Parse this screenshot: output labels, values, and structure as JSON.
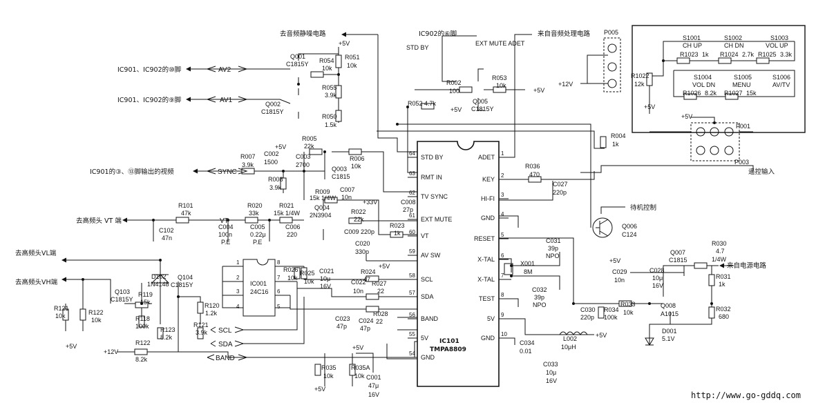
{
  "ic101": {
    "ref": "IC101",
    "part": "TMPA8809",
    "left_pins": [
      {
        "num": "64",
        "name": "STD BY"
      },
      {
        "num": "63",
        "name": "RMT IN"
      },
      {
        "num": "62",
        "name": "TV SYNC"
      },
      {
        "num": "61",
        "name": "EXT MUTE"
      },
      {
        "num": "60",
        "name": "VT"
      },
      {
        "num": "59",
        "name": "AV SW"
      },
      {
        "num": "58",
        "name": "SCL"
      },
      {
        "num": "57",
        "name": "SDA"
      },
      {
        "num": "56",
        "name": "BAND"
      },
      {
        "num": "55",
        "name": "5V"
      },
      {
        "num": "54",
        "name": "GND"
      }
    ],
    "right_pins": [
      {
        "num": "1",
        "name": "ADET"
      },
      {
        "num": "2",
        "name": "KEY"
      },
      {
        "num": "3",
        "name": "HI-FI"
      },
      {
        "num": "4",
        "name": "GND"
      },
      {
        "num": "5",
        "name": "RESET"
      },
      {
        "num": "6",
        "name": "X-TAL"
      },
      {
        "num": "7",
        "name": "X-TAL"
      },
      {
        "num": "8",
        "name": "TEST"
      },
      {
        "num": "9",
        "name": "5V"
      },
      {
        "num": "10",
        "name": "GND"
      }
    ]
  },
  "ic001": {
    "ref": "IC001",
    "part": "24C16",
    "pins_left": [
      "1",
      "2",
      "3",
      "4"
    ],
    "pins_right": [
      "8",
      "7",
      "6",
      "5"
    ]
  },
  "signals": {
    "av2": "AV2",
    "av1": "AV1",
    "sync": "SYNC",
    "vt": "VT",
    "scl": "SCL",
    "sda": "SDA",
    "band": "BAND"
  },
  "annotations": {
    "to_audio_mute": "去音频静噪电路",
    "ic902_pin6": "IC902的⑥脚",
    "from_audio_proc": "来自音频处理电路",
    "std_by": "STD BY",
    "ext_mute_adet": "EXT MUTE ADET",
    "ic_pin10": "IC901、IC902的⑩脚",
    "ic_pin9": "IC901、IC902的⑨脚",
    "ic901_video": "IC901的③、⑬脚输出的视频",
    "tuner_vt": "去高频头 VT 端",
    "tuner_vl": "去高频头VL端",
    "tuner_vh": "去高频头VH端",
    "remote_input": "遥控输入",
    "standby_ctrl": "待机控制",
    "from_power": "来自电源电路",
    "p005": "P005",
    "p001": "P001",
    "p003": "P003",
    "plus12": "+12V",
    "plus5": "+5V",
    "plus33": "+33V"
  },
  "keypad": {
    "r1022": "R1022",
    "r1022_val": "12k",
    "switches": [
      {
        "ref": "S1001",
        "label": "CH UP"
      },
      {
        "ref": "S1002",
        "label": "CH DN"
      },
      {
        "ref": "S1003",
        "label": "VOL UP"
      },
      {
        "ref": "S1004",
        "label": "VOL DN"
      },
      {
        "ref": "S1005",
        "label": "MENU"
      },
      {
        "ref": "S1006",
        "label": "AV/TV"
      }
    ],
    "resistors": [
      {
        "ref": "R1023",
        "val": "1k"
      },
      {
        "ref": "R1024",
        "val": "2.7k"
      },
      {
        "ref": "R1025",
        "val": "3.3k"
      },
      {
        "ref": "R1026",
        "val": "8.2k"
      },
      {
        "ref": "R1027",
        "val": "15k"
      }
    ]
  },
  "components": {
    "Q001": [
      "Q001",
      "C1815Y"
    ],
    "Q002": [
      "Q002",
      "C1815Y"
    ],
    "Q003": [
      "Q003",
      "C1815"
    ],
    "Q004": [
      "Q004",
      "2N3904"
    ],
    "Q005": [
      "Q005",
      "C1815Y"
    ],
    "Q006": [
      "Q006",
      "C124"
    ],
    "Q007": [
      "Q007",
      "C1815"
    ],
    "Q008": [
      "Q008",
      "A1015"
    ],
    "Q103": [
      "Q103",
      "C1815Y"
    ],
    "Q104": [
      "Q104",
      "C1815Y"
    ],
    "D102": [
      "D102",
      "1N4148"
    ],
    "D001": [
      "D001",
      "5.1V"
    ],
    "X001": [
      "X001",
      "8M"
    ],
    "L002": [
      "L002",
      "10μH"
    ],
    "R051": [
      "R051",
      "10k"
    ],
    "R054": [
      "R054",
      "10k"
    ],
    "R055": [
      "R055",
      "3.9k"
    ],
    "R050": [
      "R050",
      "1.5k"
    ],
    "R002": [
      "R002",
      "100"
    ],
    "R053": [
      "R053",
      "10k"
    ],
    "R052": [
      "R052 4.7k"
    ],
    "R004": [
      "R004",
      "1k"
    ],
    "R005": [
      "R005",
      "22k"
    ],
    "R006": [
      "R006",
      "10k"
    ],
    "R007": [
      "R007",
      "3.9k"
    ],
    "R008": [
      "R008",
      "3.9k"
    ],
    "R009": [
      "R009",
      "15k 1/4W"
    ],
    "R020": [
      "R020",
      "33k"
    ],
    "R021": [
      "R021",
      "15k 1/4W"
    ],
    "R022": [
      "R022",
      "22k"
    ],
    "R023": [
      "R023",
      "1k"
    ],
    "R024": [
      "R024",
      "47"
    ],
    "R025": [
      "R025",
      "10k"
    ],
    "R026": [
      "R026",
      "10k"
    ],
    "R027": [
      "R027",
      "22"
    ],
    "R028": [
      "R028",
      "22"
    ],
    "R030": [
      "R030",
      "4.7",
      "1/4W"
    ],
    "R031": [
      "R031",
      "1k"
    ],
    "R032": [
      "R032",
      "680"
    ],
    "R033": [
      "R033",
      "10k"
    ],
    "R034": [
      "R034",
      "100k"
    ],
    "R035": [
      "R035",
      "10k"
    ],
    "R035A": [
      "R035A",
      "10k"
    ],
    "R036": [
      "R036",
      "470"
    ],
    "R101": [
      "R101",
      "47k"
    ],
    "R118": [
      "R118",
      "100k"
    ],
    "R119": [
      "R119",
      "15k"
    ],
    "R120": [
      "R120",
      "1.2k"
    ],
    "R121": [
      "R121",
      "10k"
    ],
    "R121b": [
      "R121",
      "3.9k"
    ],
    "R122": [
      "R122",
      "10k"
    ],
    "R122b": [
      "R122",
      "8.2k"
    ],
    "R123": [
      "R123",
      "8.2k"
    ],
    "C001": [
      "C001",
      "47μ",
      "16V"
    ],
    "C002": [
      "C002",
      "1500"
    ],
    "C003": [
      "C003",
      "2700"
    ],
    "C004": [
      "C004",
      "100n",
      "P.E"
    ],
    "C005": [
      "C005",
      "0.22μ",
      "P.E"
    ],
    "C006": [
      "C006",
      "220"
    ],
    "C007": [
      "C007",
      "10n"
    ],
    "C008": [
      "C008",
      "27p"
    ],
    "C009": [
      "C009 220p"
    ],
    "C020": [
      "C020",
      "330p"
    ],
    "C021": [
      "C021",
      "10μ",
      "16V"
    ],
    "C022": [
      "C022",
      "10n"
    ],
    "C023": [
      "C023",
      "47p"
    ],
    "C024": [
      "C024",
      "47p"
    ],
    "C027": [
      "C027",
      "220p"
    ],
    "C028": [
      "C028",
      "10μ",
      "16V"
    ],
    "C029": [
      "C029",
      "10n"
    ],
    "C030": [
      "C030",
      "220p"
    ],
    "C031": [
      "C031",
      "39p",
      "NPO"
    ],
    "C032": [
      "C032",
      "39p",
      "NPO"
    ],
    "C033": [
      "C033",
      "10μ",
      "16V"
    ],
    "C034": [
      "C034",
      "0.01"
    ],
    "C102": [
      "C102",
      "47n"
    ]
  },
  "watermark": "http://www.go-gddq.com"
}
